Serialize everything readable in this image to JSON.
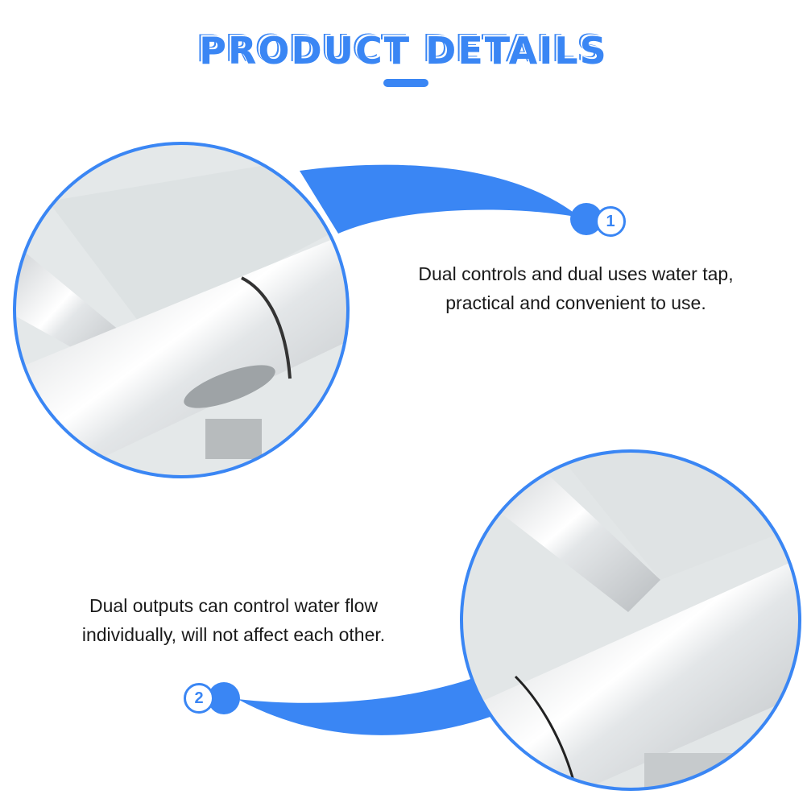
{
  "header": {
    "title": "PRODUCT DETAILS"
  },
  "colors": {
    "accent": "#3a86f4",
    "text": "#1a1a1a",
    "background": "#ffffff"
  },
  "features": [
    {
      "number": "1",
      "text": "Dual controls and dual uses water tap, practical and convenient to use.",
      "line1": "Dual controls and dual uses water tap,",
      "line2": "practical and convenient to use.",
      "image": "chrome-tap-closeup-top"
    },
    {
      "number": "2",
      "text": "Dual outputs can control water flow individually, will not affect each other.",
      "line1": "Dual outputs can control water flow",
      "line2": "individually, will not affect each other.",
      "image": "chrome-tap-closeup-bottom"
    }
  ]
}
